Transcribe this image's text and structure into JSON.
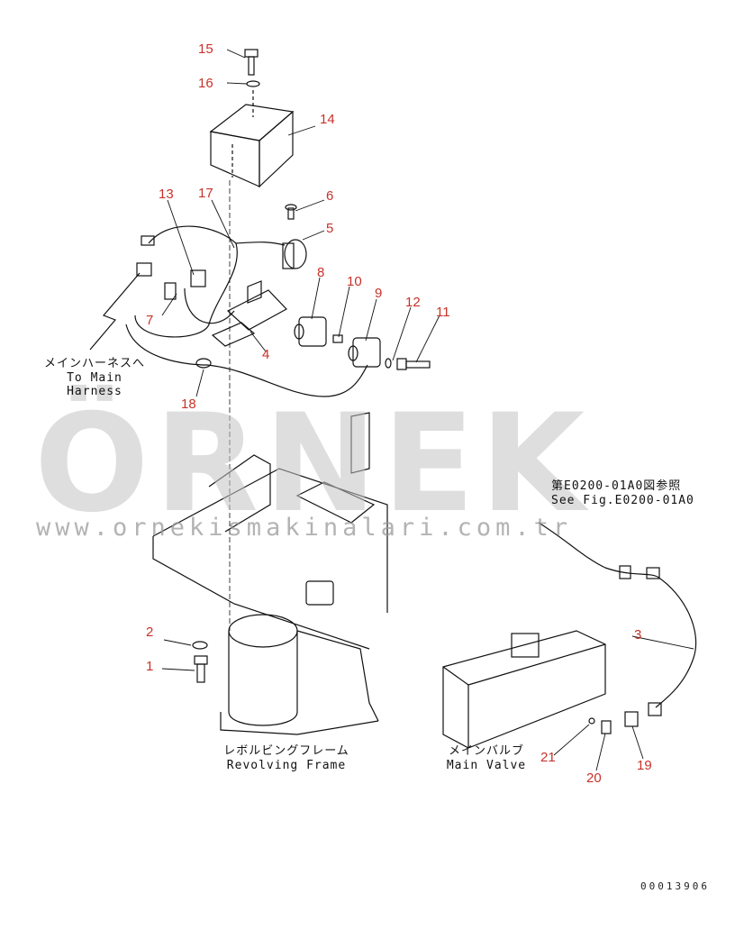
{
  "callouts": [
    "1",
    "2",
    "3",
    "4",
    "5",
    "6",
    "7",
    "8",
    "9",
    "10",
    "11",
    "12",
    "13",
    "14",
    "15",
    "16",
    "17",
    "18",
    "19",
    "20",
    "21"
  ],
  "captions": {
    "main_harness_jp": "メインハーネスへ",
    "main_harness_en": "To Main Harness",
    "revolving_frame_jp": "レボルビングフレーム",
    "revolving_frame_en": "Revolving Frame",
    "main_valve_jp": "メインバルブ",
    "main_valve_en": "Main Valve",
    "see_fig_jp": "第E0200-01A0図参照",
    "see_fig_en": "See Fig.E0200-01A0"
  },
  "watermark": {
    "brand": "ÖRNEK",
    "url": "www.ornekismakinalari.com.tr"
  },
  "drawing_number": "00013906",
  "colors": {
    "callout": "#c8322a",
    "line": "#111111",
    "watermark": "#c4c4c4"
  }
}
